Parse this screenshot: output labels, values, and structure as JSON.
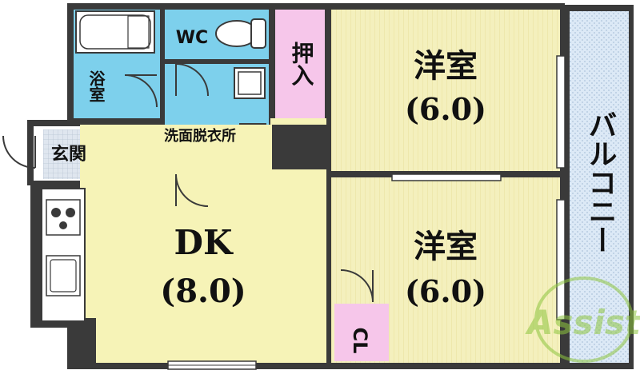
{
  "rooms": {
    "western_room_top": {
      "label": "洋室",
      "size": "(6.0)"
    },
    "western_room_bottom": {
      "label": "洋室",
      "size": "(6.0)"
    },
    "dining_kitchen": {
      "label": "DK",
      "size": "(8.0)"
    },
    "bath": {
      "label": "浴室"
    },
    "toilet": {
      "label": "WC"
    },
    "washroom": {
      "label": "洗面脱衣所"
    },
    "entrance": {
      "label": "玄関"
    },
    "storage_closet": {
      "label": "押入"
    },
    "closet": {
      "label": "CL"
    },
    "balcony": {
      "label": "バルコニー"
    }
  },
  "watermark": {
    "text": "Assist"
  },
  "colors": {
    "western_room": "#f3efb9",
    "dining_kitchen": "#f6f3b7",
    "wet_area": "#7dd0ec",
    "storage": "#f6c6ea",
    "balcony": "#d9e8f7",
    "wall": "#3a3a3a"
  }
}
